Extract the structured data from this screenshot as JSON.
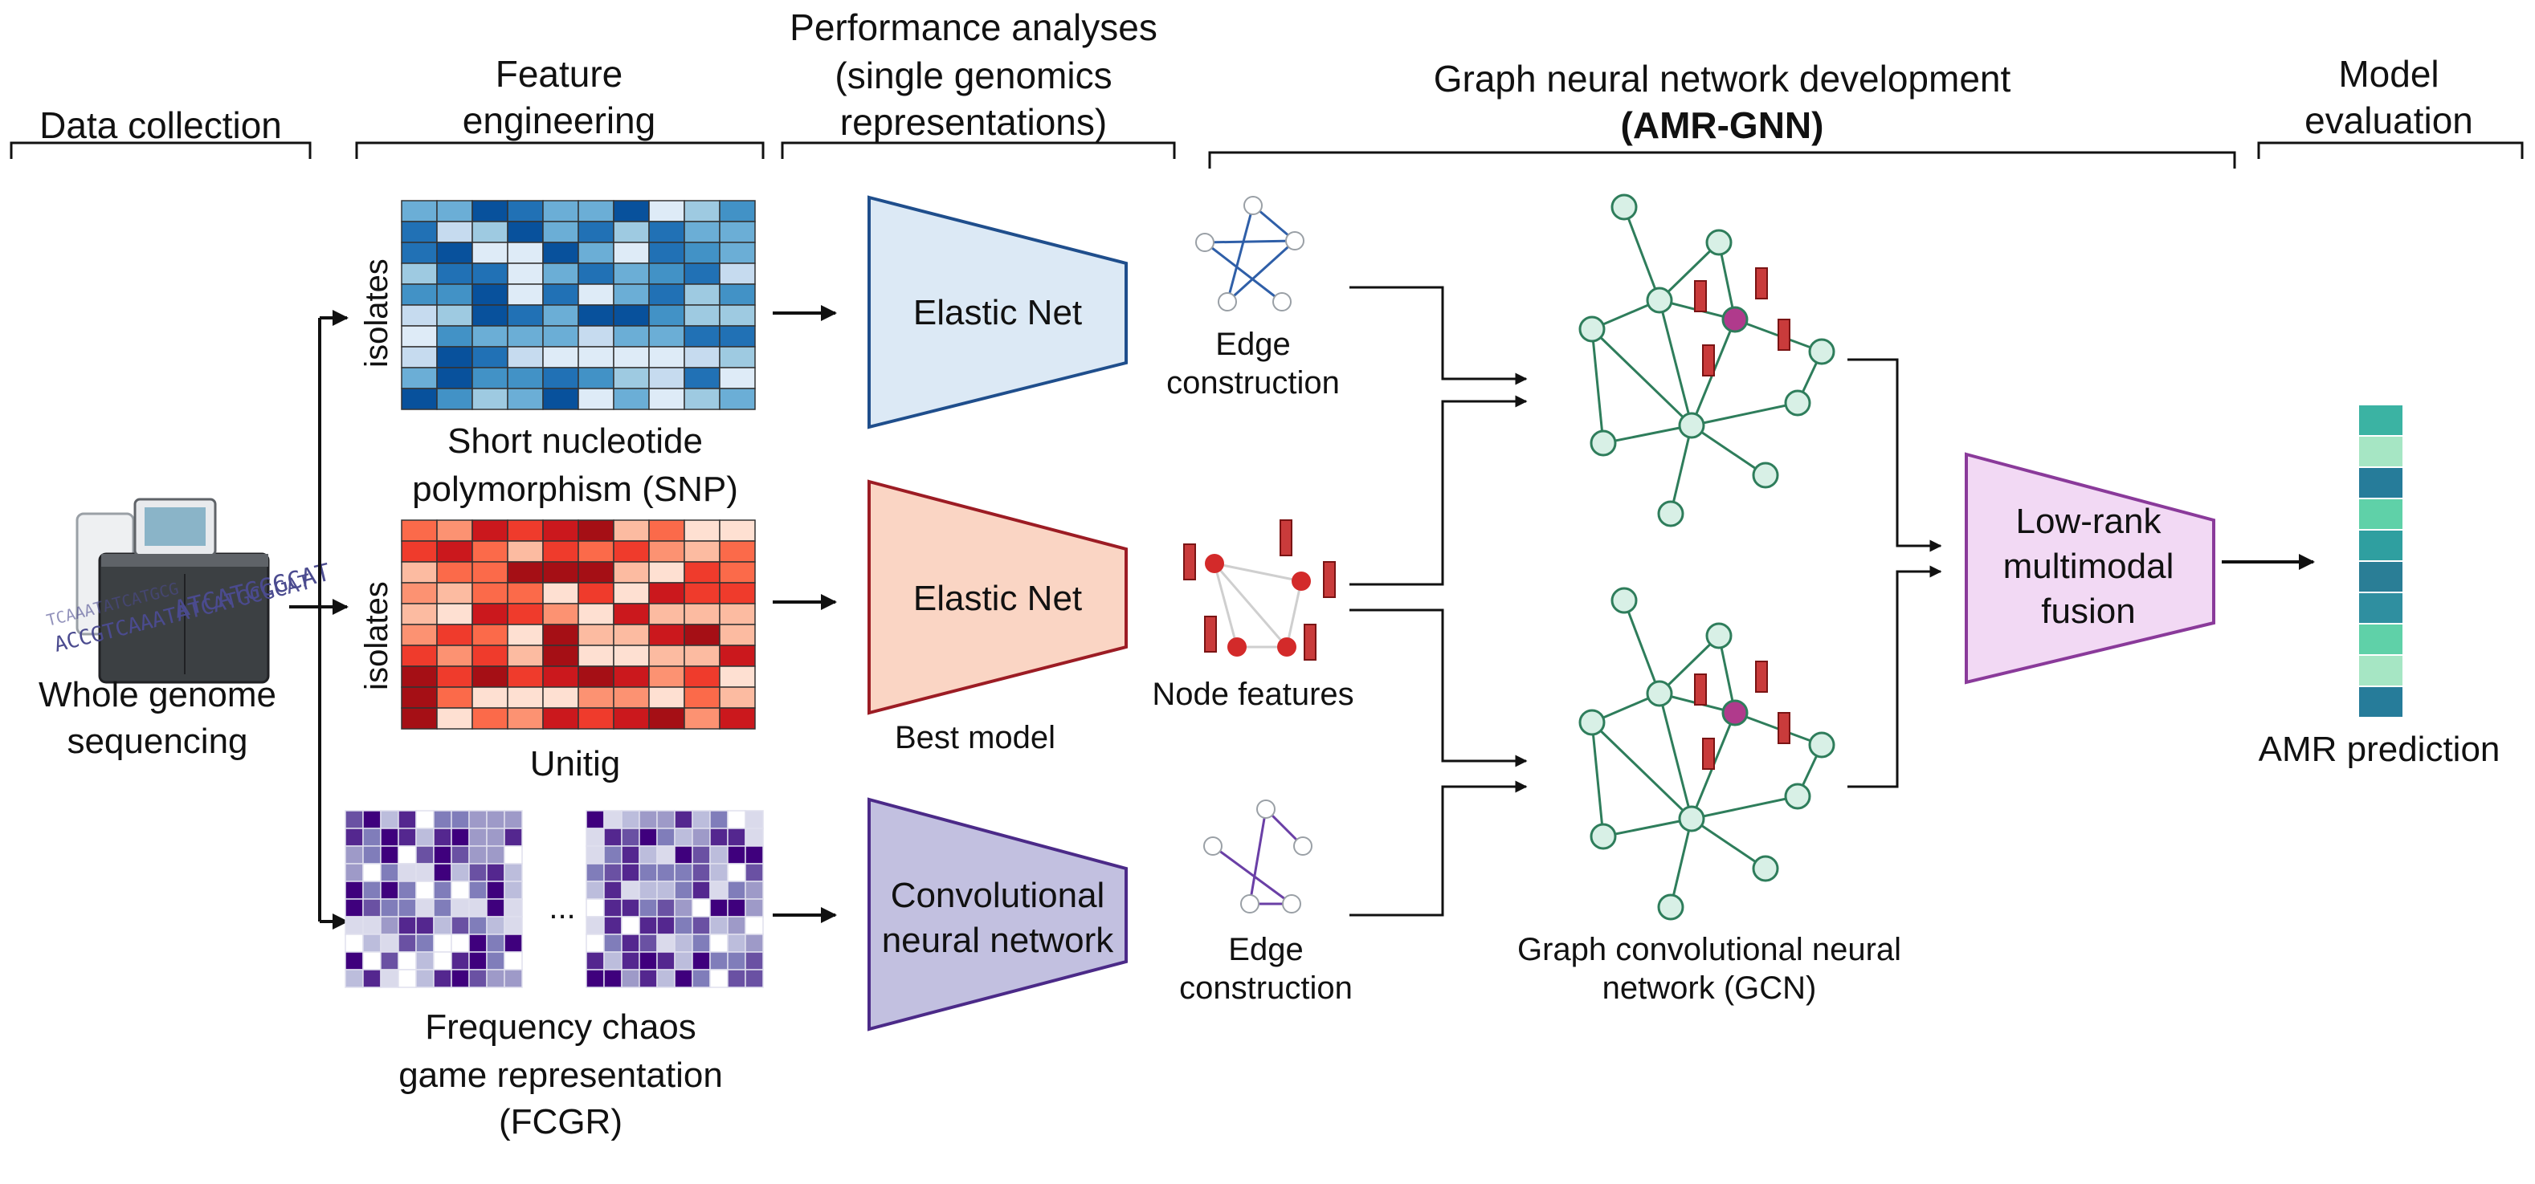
{
  "stages": {
    "data_collection": "Data collection",
    "feature_engineering": [
      "Feature",
      "engineering"
    ],
    "performance": [
      "Performance analyses",
      "(single genomics",
      "representations)"
    ],
    "gnn_dev": "Graph neural network development",
    "gnn_name": "(AMR-GNN)",
    "model_eval": [
      "Model",
      "evaluation"
    ]
  },
  "input": {
    "label": [
      "Whole genome",
      "sequencing"
    ],
    "seq_text": [
      "ACCGTCAAATATCATGCGCAT",
      "ATCATGCGCAT",
      "TCAAATATCATGCG"
    ]
  },
  "features": {
    "axis_label": "isolates",
    "snp": [
      "Short nucleotide",
      "polymorphism (SNP)"
    ],
    "unitig": "Unitig",
    "fcgr": [
      "Frequency chaos",
      "game representation",
      "(FCGR)"
    ],
    "ellipsis": "..."
  },
  "models": {
    "elastic_net_1": "Elastic Net",
    "elastic_net_2": "Elastic Net",
    "cnn": [
      "Convolutional",
      "neural network"
    ],
    "best_model": "Best model"
  },
  "graph_inputs": {
    "edge_construction_1": [
      "Edge",
      "construction"
    ],
    "node_features": "Node features",
    "edge_construction_2": [
      "Edge",
      "construction"
    ]
  },
  "gcn": {
    "label": [
      "Graph convolutional neural",
      "network (GCN)"
    ]
  },
  "fusion": {
    "label": [
      "Low-rank",
      "multimodal",
      "fusion"
    ]
  },
  "output": {
    "label": "AMR prediction"
  },
  "colors": {
    "snp_palette": [
      "#08519c",
      "#2171b5",
      "#4292c6",
      "#6baed6",
      "#9ecae1",
      "#c6dbef",
      "#deebf7"
    ],
    "unitig_palette": [
      "#a50f15",
      "#cb181d",
      "#ef3b2c",
      "#fb6a4a",
      "#fc9272",
      "#fcbba1",
      "#fee0d2"
    ],
    "fcgr_palette": [
      "#3f007d",
      "#54278f",
      "#6a51a3",
      "#807dba",
      "#9e9ac8",
      "#bcbddc",
      "#dadaeb",
      "#ffffff"
    ],
    "elastic_net_blue": "#dce9f5",
    "elastic_net_red": "#fad5c4",
    "cnn_purple": "#c2c0e0",
    "fusion": "#f2d9f4",
    "gcn_node": "#d8f0e6",
    "gcn_center": "#b03a8c",
    "output_teal": [
      "#3bb3a3",
      "#a6e6c4",
      "#267c9a",
      "#5fd1a8",
      "#2f9fa0",
      "#2a7e96",
      "#2f8fa0",
      "#5fd1a8",
      "#a6e6c4",
      "#267c9a"
    ]
  }
}
